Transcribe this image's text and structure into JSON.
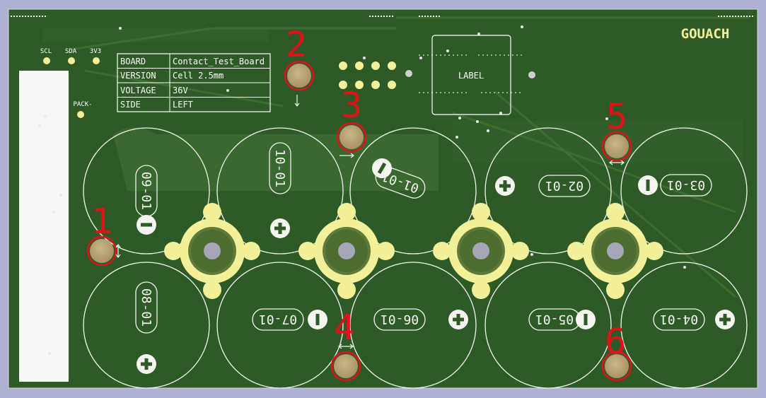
{
  "brand": "GOUACH",
  "info_table": [
    {
      "key": "BOARD",
      "value": "Contact_Test_Board"
    },
    {
      "key": "VERSION",
      "value": "Cell 2.5mm"
    },
    {
      "key": "VOLTAGE",
      "value": "36V"
    },
    {
      "key": "SIDE",
      "value": "LEFT"
    }
  ],
  "signal_pins": {
    "scl": "SCL",
    "sda": "SDA",
    "v3v3": "3V3",
    "pack_minus": "PACK-"
  },
  "label_box": "LABEL",
  "cells": [
    {
      "id": "c1",
      "label": "09-01",
      "polarity": "minus"
    },
    {
      "id": "c2",
      "label": "10-01",
      "polarity": "plus"
    },
    {
      "id": "c3",
      "label": "01-01",
      "polarity": "minus"
    },
    {
      "id": "c4",
      "label": "02-01",
      "polarity": "plus"
    },
    {
      "id": "c5",
      "label": "03-01",
      "polarity": "minus"
    },
    {
      "id": "c6",
      "label": "08-01",
      "polarity": "plus"
    },
    {
      "id": "c7",
      "label": "07-01",
      "polarity": "minus"
    },
    {
      "id": "c8",
      "label": "06-01",
      "polarity": "plus"
    },
    {
      "id": "c9",
      "label": "05-01",
      "polarity": "minus"
    },
    {
      "id": "c10",
      "label": "04-01",
      "polarity": "plus"
    }
  ],
  "contact_markers": [
    "1",
    "2",
    "3",
    "4",
    "5",
    "6"
  ],
  "colors": {
    "background": "#aeb0d6",
    "board": "#2d5a26",
    "board_copper": "#3d6a33",
    "silk": "#f4f4f0",
    "pad_yellow": "#f3f09a",
    "pad_copper": "#c2ad7a",
    "marker_red": "#e0121a"
  }
}
